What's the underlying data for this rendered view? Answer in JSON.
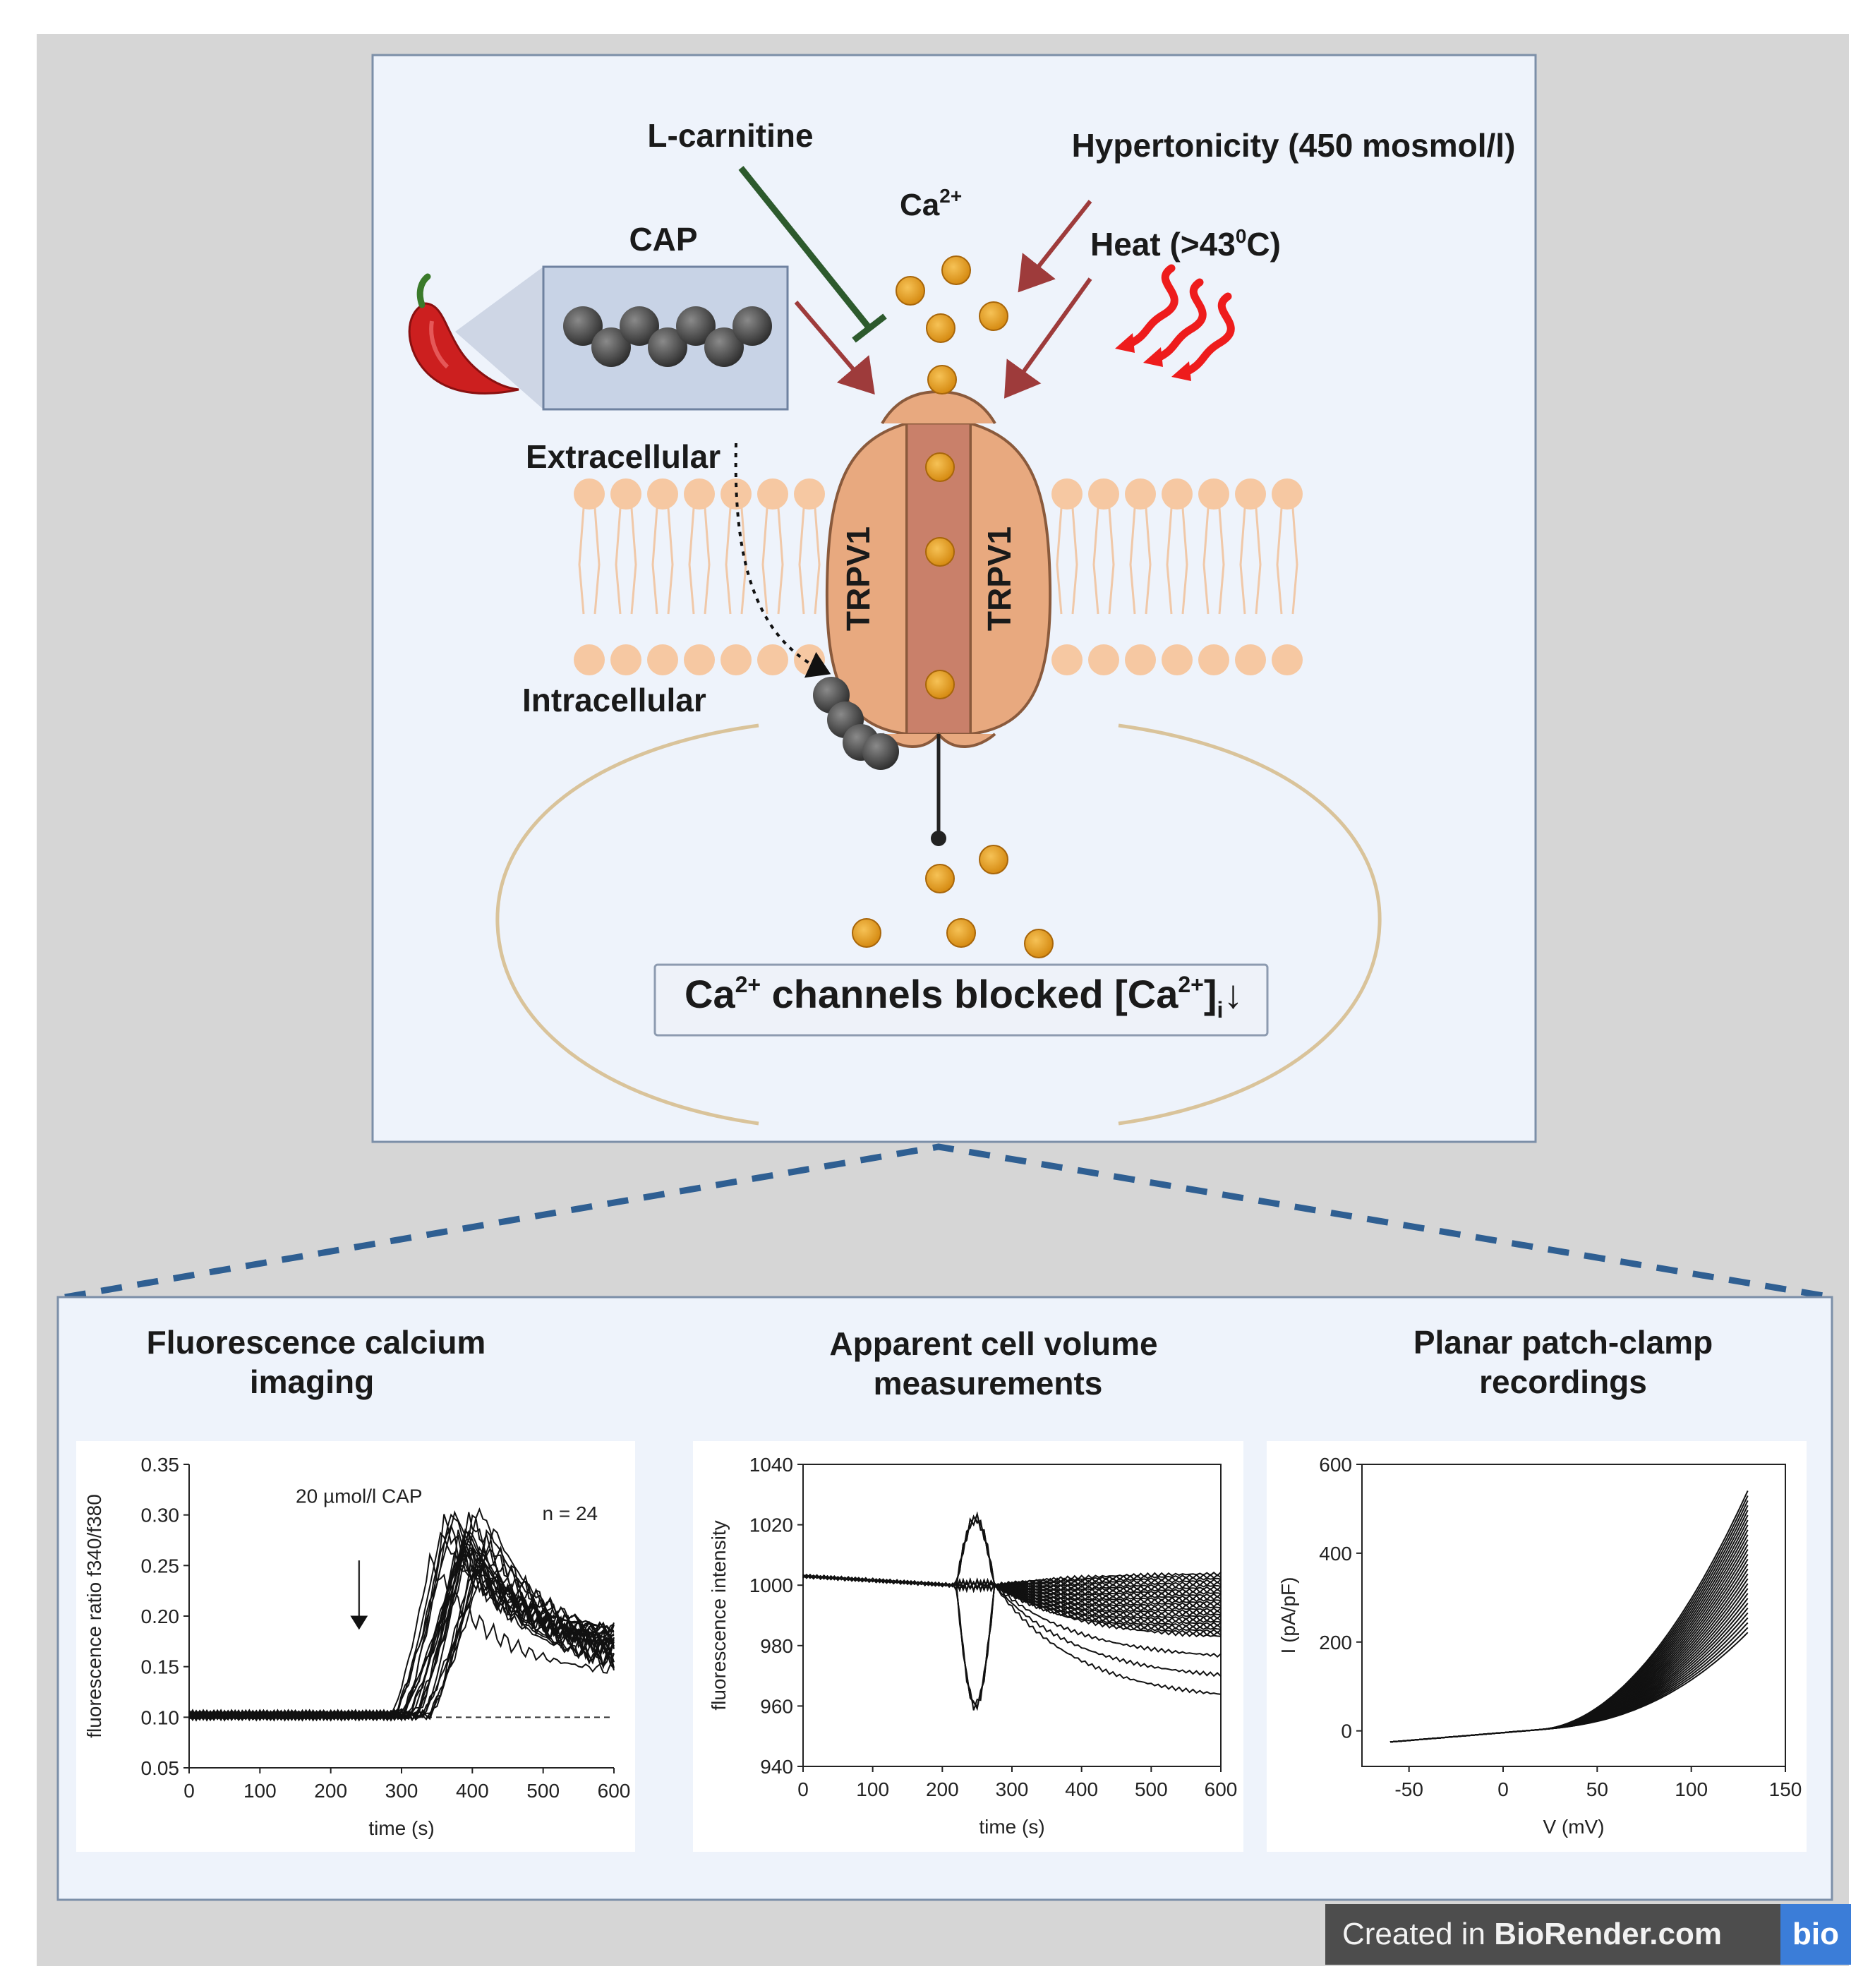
{
  "top": {
    "l_carnitine": "L-carnitine",
    "hypertonicity": "Hypertonicity (450 mosmol/l)",
    "ca_label": "Ca",
    "ca_sup": "2+",
    "heat_prefix": "Heat (>43",
    "heat_sup": "0",
    "heat_suffix": "C)",
    "cap": "CAP",
    "extracellular": "Extracellular",
    "intracellular": "Intracellular",
    "channel_left": "TRPV1",
    "channel_right": "TRPV1",
    "blocked_a": "Ca",
    "blocked_sup1": "2+",
    "blocked_b": " channels blocked [Ca",
    "blocked_sup2": "2+",
    "blocked_c": "]",
    "blocked_sub": "i",
    "blocked_arrow": "↓"
  },
  "bottom": {
    "panel1_title_l1": "Fluorescence calcium",
    "panel1_title_l2": "imaging",
    "panel2_title_l1": "Apparent cell volume",
    "panel2_title_l2": "measurements",
    "panel3_title_l1": "Planar patch-clamp",
    "panel3_title_l2": "recordings"
  },
  "chart_data": [
    {
      "type": "line",
      "xlabel": "time (s)",
      "ylabel": "fluorescence ratio f340/f380",
      "xlim": [
        0,
        600
      ],
      "ylim": [
        0.05,
        0.35
      ],
      "xticks": [
        "0",
        "100",
        "200",
        "300",
        "400",
        "500",
        "600"
      ],
      "yticks": [
        "0.05",
        "0.10",
        "0.15",
        "0.20",
        "0.25",
        "0.30",
        "0.35"
      ],
      "annotation": "20 µmol/l CAP",
      "n_label": "n = 24",
      "arrow_x": 240,
      "baseline": 0.1,
      "series_count": 24
    },
    {
      "type": "line",
      "xlabel": "time (s)",
      "ylabel": "fluorescence intensity",
      "xlim": [
        0,
        600
      ],
      "ylim": [
        940,
        1040
      ],
      "xticks": [
        "0",
        "100",
        "200",
        "300",
        "400",
        "500",
        "600"
      ],
      "yticks": [
        "940",
        "960",
        "980",
        "1000",
        "1020",
        "1040"
      ],
      "series_count": 30
    },
    {
      "type": "line",
      "xlabel": "V (mV)",
      "ylabel": "I (pA/pF)",
      "xlim": [
        -75,
        150
      ],
      "ylim": [
        -80,
        600
      ],
      "xticks": [
        "-50",
        "0",
        "50",
        "100",
        "150"
      ],
      "yticks": [
        "0",
        "200",
        "400",
        "600"
      ],
      "series_count": 30
    }
  ],
  "credit": {
    "prefix": "Created in ",
    "brand": "BioRender.com",
    "logo": "bio"
  }
}
